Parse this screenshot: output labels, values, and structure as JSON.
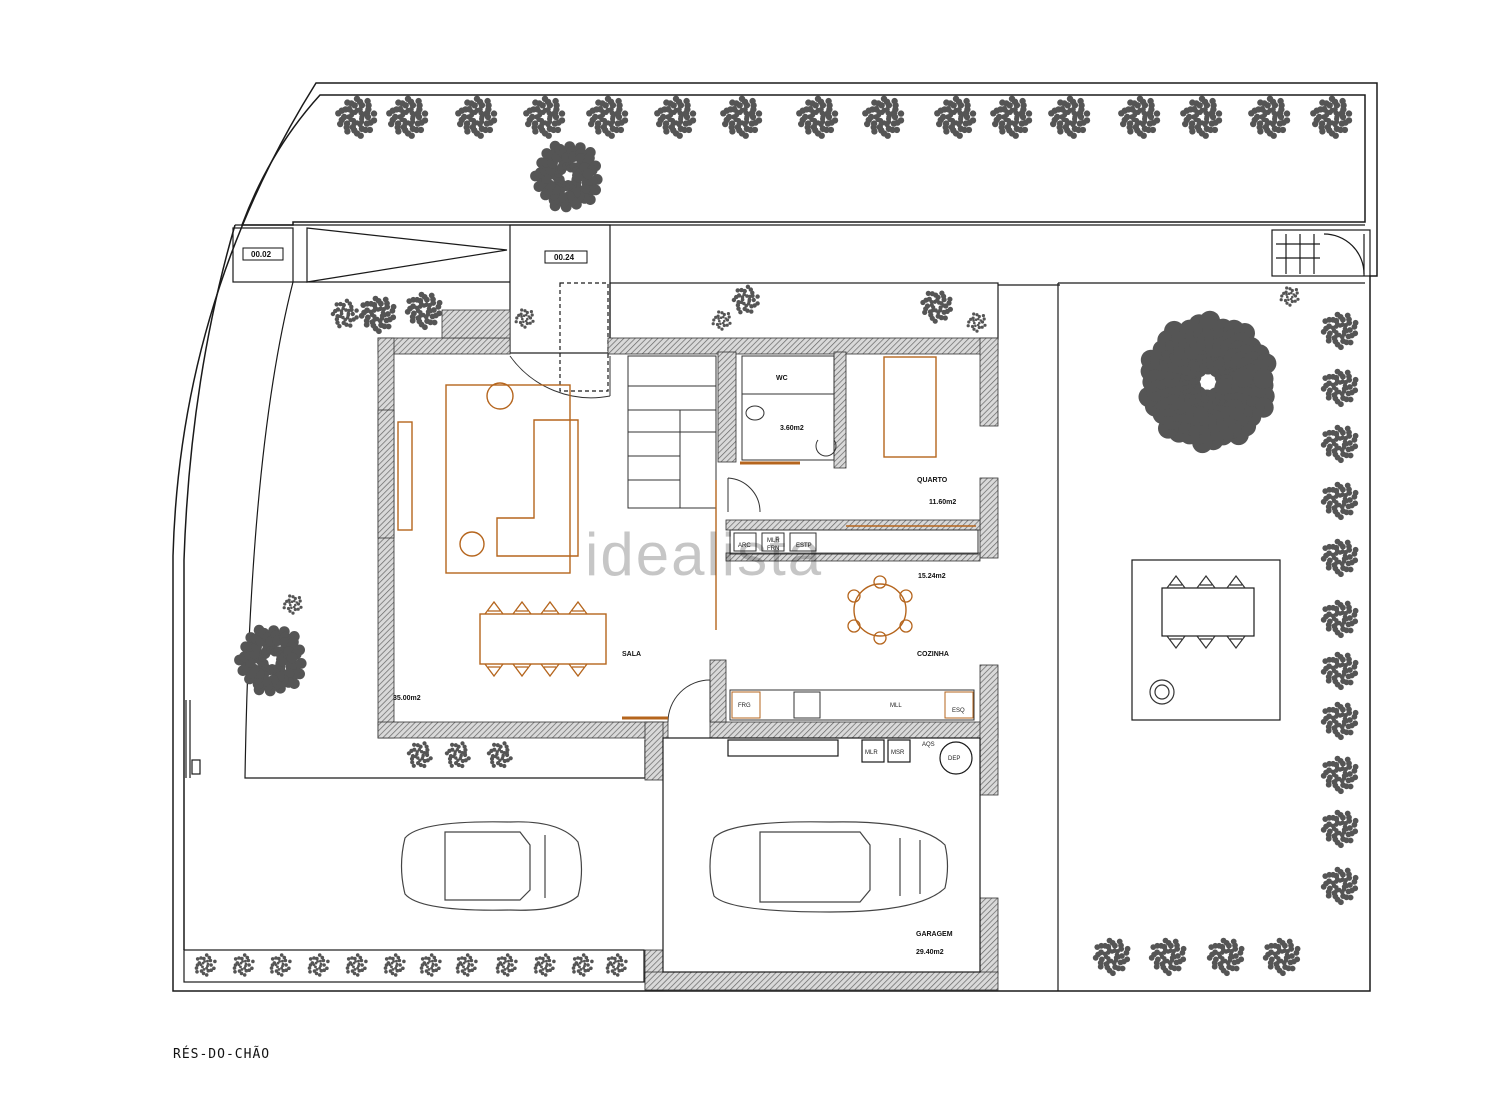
{
  "drawing": {
    "title": "RÉS-DO-CHÃO",
    "watermark": "idealista"
  },
  "tags": {
    "t1": "00.02",
    "t2": "00.24"
  },
  "rooms": {
    "sala": "SALA",
    "sala_area": "35.00m2",
    "wc": "WC",
    "wc_area": "3.60m2",
    "quarto": "QUARTO",
    "quarto_area": "11.60m2",
    "cozinha": "COZINHA",
    "cozinha_area": "15.24m2",
    "garagem": "GARAGEM",
    "garagem_area": "29.40m2"
  },
  "equipment": {
    "arc": "ARC",
    "mlr_frn_1": "MLR",
    "mlr_frn_2": "FRN",
    "estp": "ESTP",
    "frg": "FRG",
    "mll": "MLL",
    "esq": "ESQ",
    "mlr": "MLR",
    "msr": "MSR",
    "aqs": "AQS",
    "dep": "DEP"
  },
  "colors": {
    "line": "#1a1a1a",
    "wall_hatch": "#555555",
    "furniture": "#b5651d",
    "tree": "#555555"
  }
}
